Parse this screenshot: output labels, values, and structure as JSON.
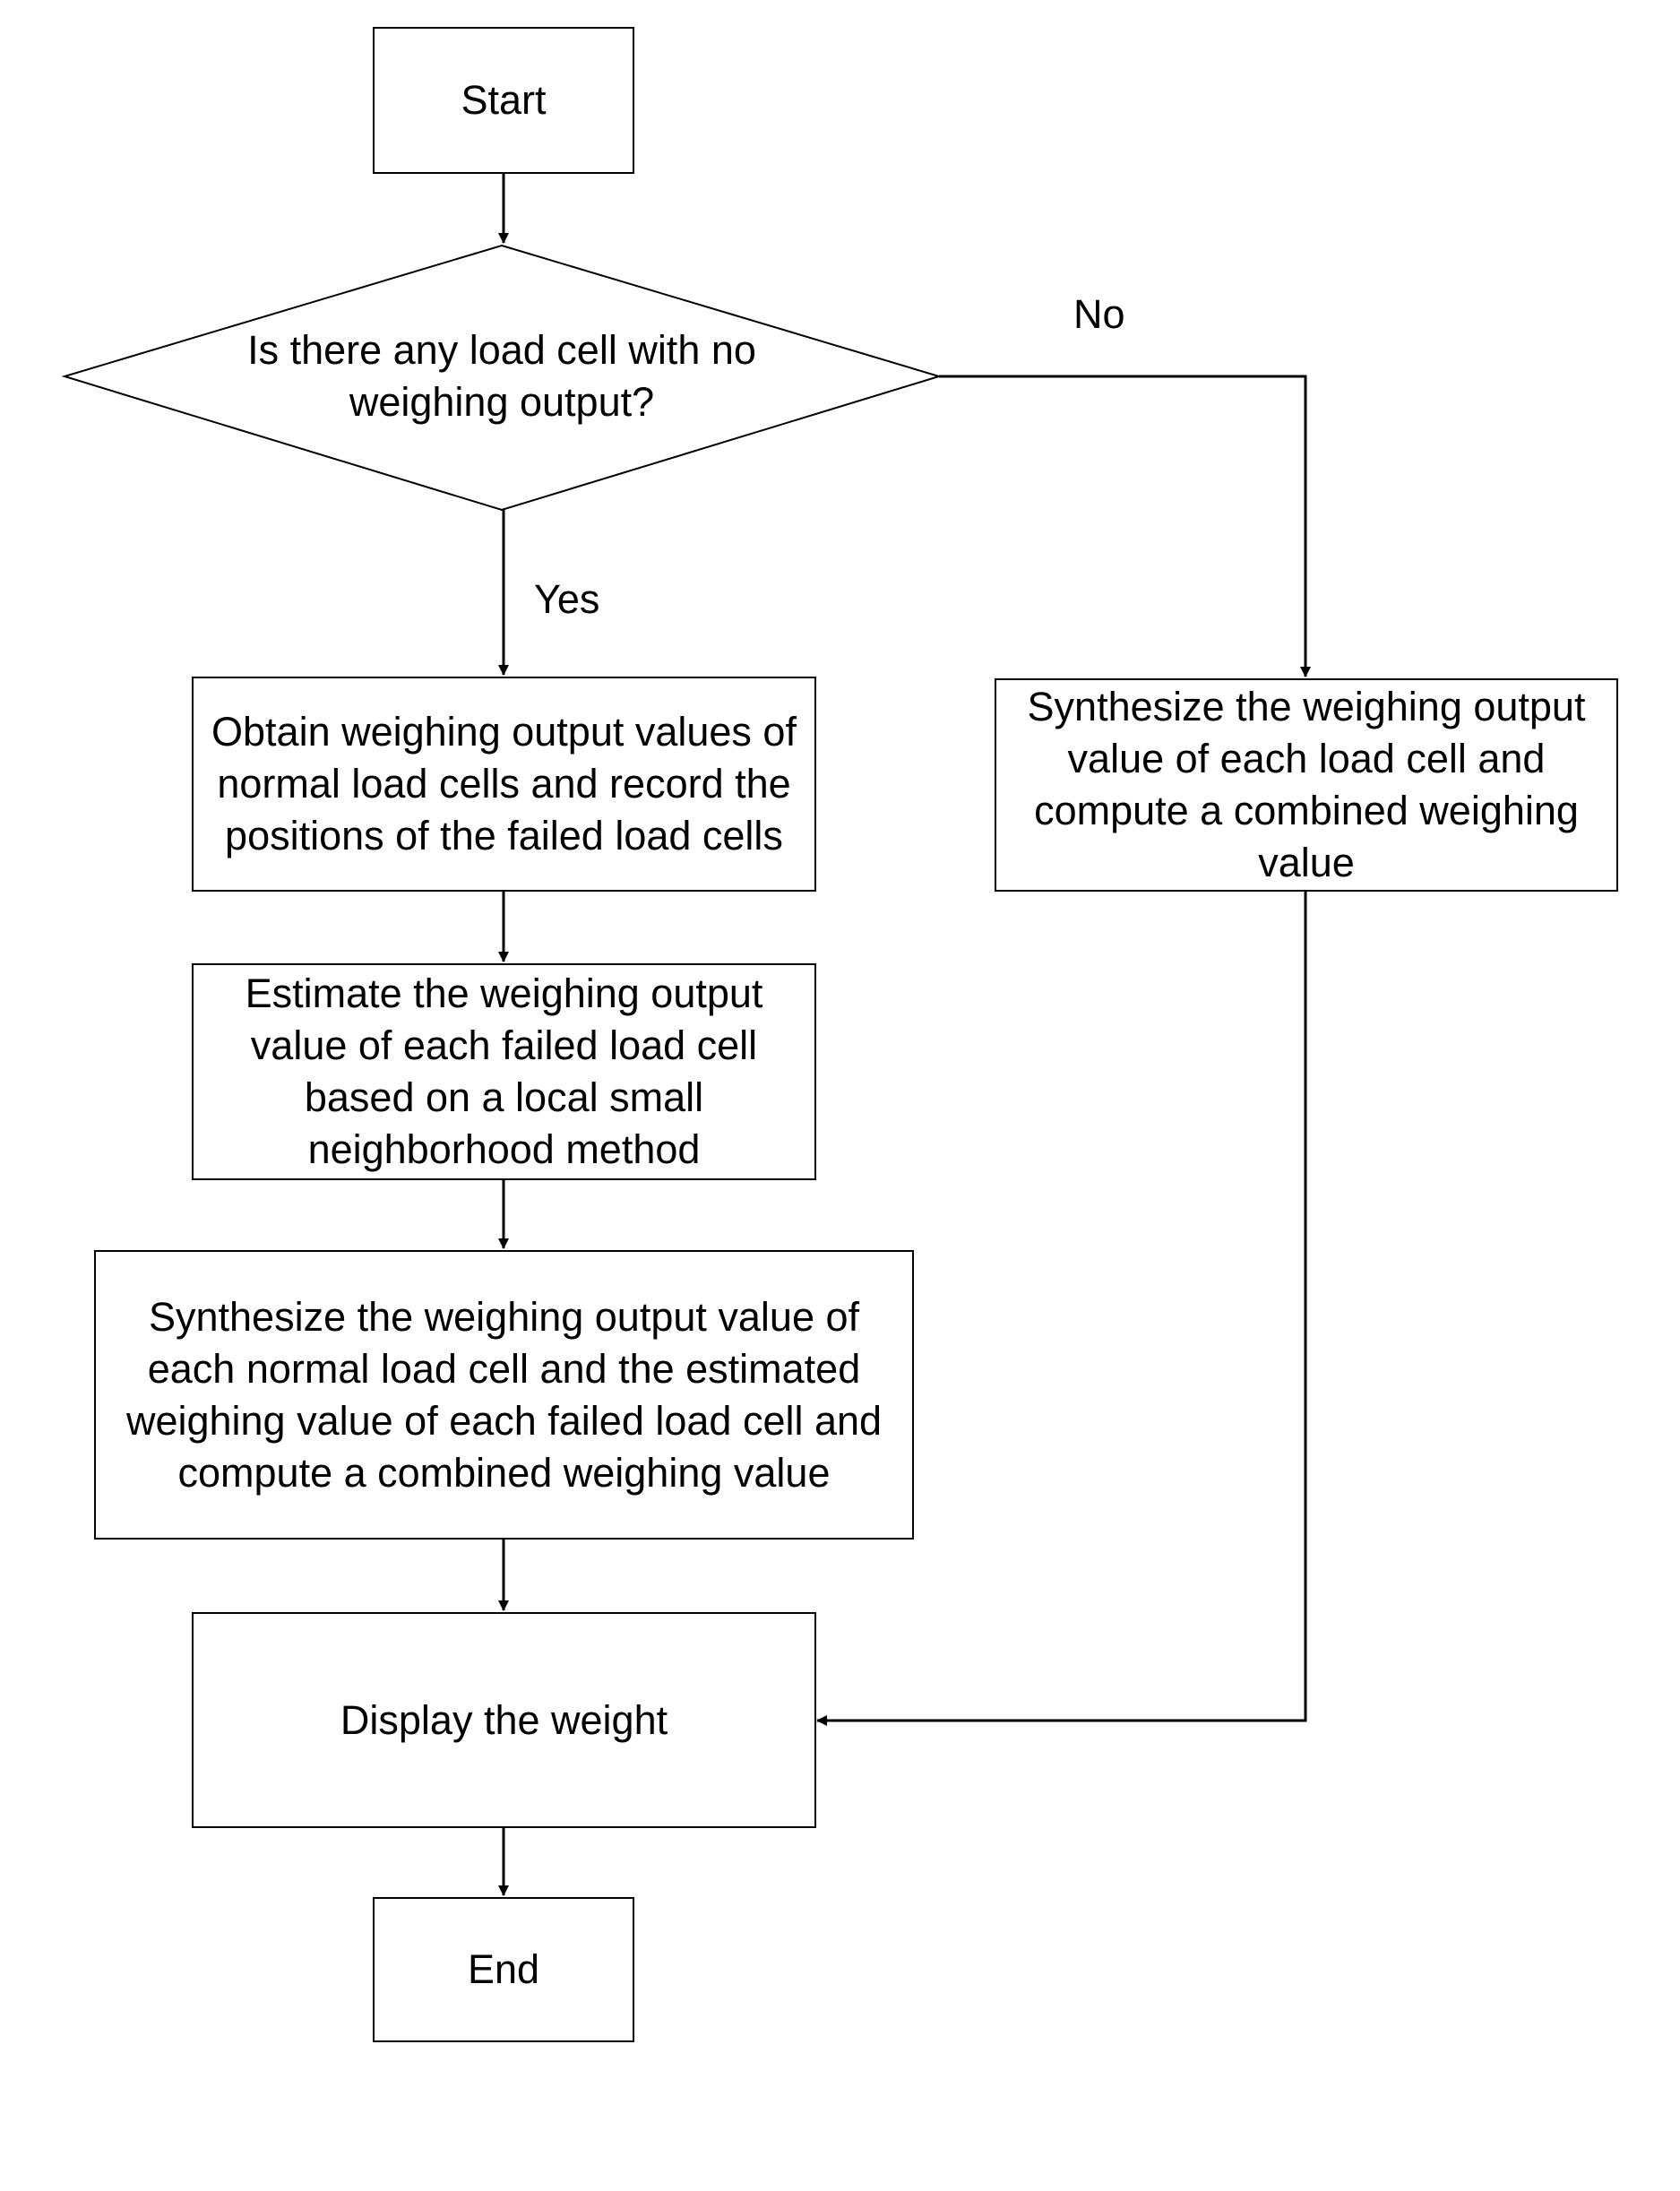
{
  "flowchart": {
    "start": "Start",
    "decision": "Is there any load cell with no weighing output?",
    "branch_yes": "Yes",
    "branch_no": "No",
    "obtain": "Obtain weighing output values of normal load cells and record the positions of the failed load cells",
    "estimate": "Estimate the weighing output value of each failed load cell based on a local small neighborhood method",
    "synthesize_with_estimates": "Synthesize the weighing output value of each normal load cell and the estimated weighing value of each failed load cell and compute a combined weighing value",
    "synthesize_all": "Synthesize the weighing output value of each load cell and compute a combined weighing value",
    "display": "Display the weight",
    "end": "End"
  }
}
